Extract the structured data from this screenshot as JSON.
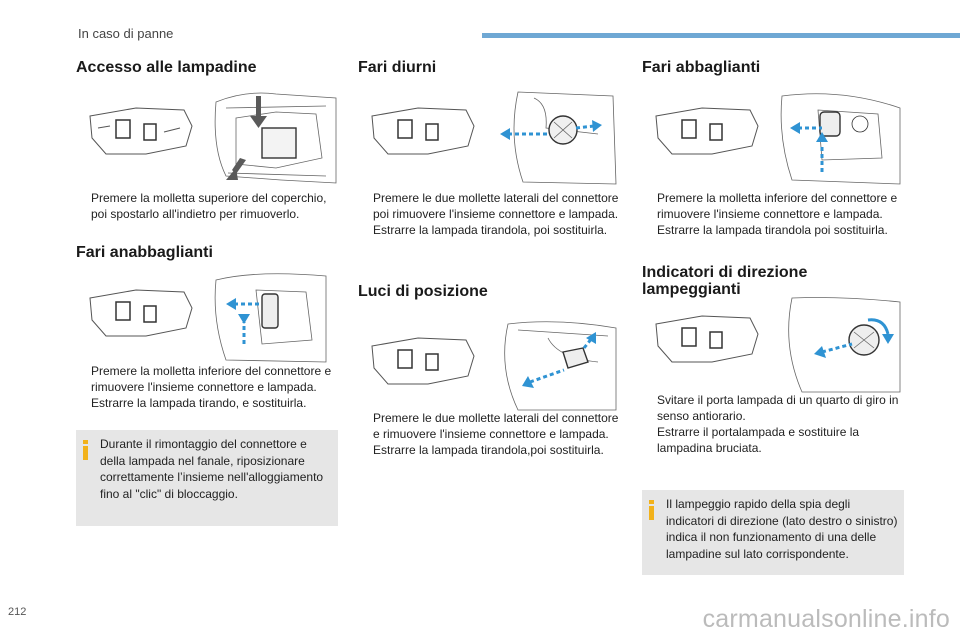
{
  "header": {
    "title": "In caso di panne",
    "accent_color": "#6fa8d4"
  },
  "bullet_glyph": "",
  "columns": [
    {
      "sections": [
        {
          "title": "Accesso alle lampadine",
          "figure_icon": "headlamp-cover-removal-illustration",
          "steps": [
            "Premere la molletta superiore del coperchio, poi spostarlo all'indietro per rimuoverlo."
          ]
        },
        {
          "title": "Fari anabbaglianti",
          "figure_icon": "dipped-beam-bulb-illustration",
          "steps": [
            "Premere la molletta inferiore del connettore e rimuovere l'insieme connettore e lampada.",
            "Estrarre la lampada tirando, e sostituirla."
          ]
        }
      ],
      "note": "Durante il rimontaggio del connettore e della lampada nel fanale, riposizionare correttamente l’insieme nell'alloggiamento fino al \"clic\" di bloccaggio."
    },
    {
      "sections": [
        {
          "title": "Fari diurni",
          "figure_icon": "daytime-light-bulb-illustration",
          "steps": [
            "Premere le due mollette laterali del connettore poi rimuovere l'insieme connettore e lampada.",
            "Estrarre la lampada tirandola, poi sostituirla."
          ]
        },
        {
          "title": "Luci di posizione",
          "figure_icon": "sidelight-bulb-illustration",
          "steps": [
            "Premere le due mollette laterali del connettore e rimuovere l'insieme connettore e lampada.",
            "Estrarre la lampada tirandola,poi sostituirla."
          ]
        }
      ]
    },
    {
      "sections": [
        {
          "title": "Fari abbaglianti",
          "figure_icon": "main-beam-bulb-illustration",
          "steps": [
            "Premere la molletta inferiore del connettore e rimuovere l'insieme connettore e lampada.",
            "Estrarre la lampada tirandola poi sostituirla."
          ]
        },
        {
          "title": "Indicatori di direzione lampeggianti",
          "figure_icon": "indicator-bulb-illustration",
          "steps": [
            "Svitare il porta lampada di un quarto di giro in senso antiorario.",
            "Estrarre il portalampada e sostituire la lampadina bruciata."
          ]
        }
      ],
      "note": "Il lampeggio rapido della spia degli indicatori di direzione (lato destro o sinistro) indica il non funzionamento di una delle lampadine sul lato corrispondente."
    }
  ],
  "page_number": "212",
  "watermark": "carmanualsonline.info",
  "colors": {
    "arrow": "#2f93d3",
    "note_background": "#e6e6e6",
    "note_icon": "#f2b21b"
  }
}
